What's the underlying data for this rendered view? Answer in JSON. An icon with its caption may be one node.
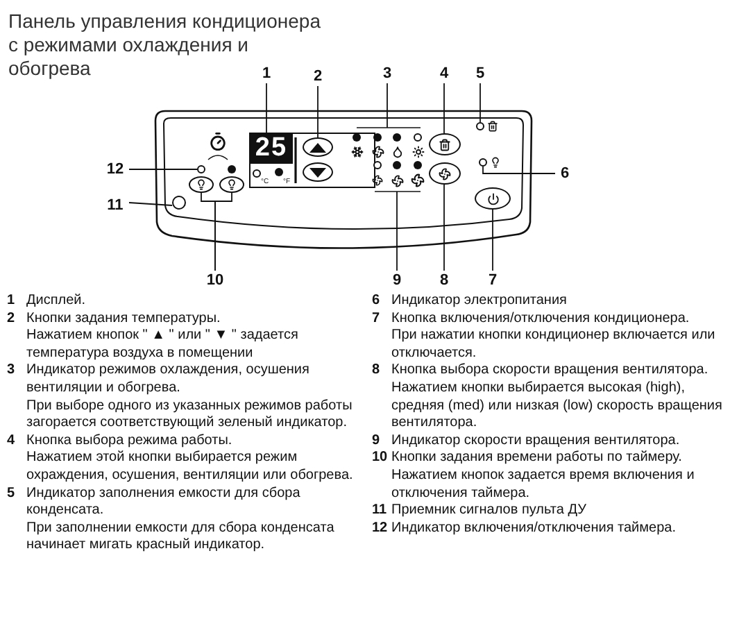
{
  "diagram": {
    "title": "Панель управления кондиционера с режимами охлаждения и обогрева",
    "nodes": [
      {
        "text": [
          "1"
        ]
      },
      {
        "text": [
          "2"
        ]
      },
      {
        "text": [
          "3"
        ]
      },
      {
        "text": [
          "4"
        ]
      },
      {
        "text": [
          "5"
        ]
      },
      {
        "text": [
          "12"
        ]
      },
      {
        "text": [
          "6"
        ]
      },
      {
        "text": [
          "11"
        ]
      },
      {
        "text": [
          "10"
        ]
      },
      {
        "text": [
          "9"
        ]
      },
      {
        "text": [
          "8"
        ]
      },
      {
        "text": [
          "7"
        ]
      },
      {
        "text": [
          "25"
        ]
      },
      {
        "text": [],
        "shape": "oval"
      },
      {
        "text": [],
        "shape": "oval"
      },
      {
        "text": [],
        "shape": "circle"
      },
      {
        "text": [],
        "shape": "circle"
      },
      {
        "text": [],
        "shape": "circle"
      },
      {
        "text": [],
        "shape": "circle"
      },
      {
        "text": [],
        "shape": "oval"
      },
      {
        "text": [],
        "shape": "oval"
      },
      {
        "text": [],
        "shape": "oval"
      },
      {
        "text": [],
        "shape": "oval"
      },
      {
        "text": [],
        "shape": "oval"
      }
    ],
    "edges": [
      {
        "from": 0,
        "to": 12,
        "arrow": "none"
      },
      {
        "from": 1,
        "to": 13,
        "arrow": "none"
      },
      {
        "from": 2,
        "to": null,
        "arrow": "none"
      },
      {
        "from": 3,
        "to": 14,
        "arrow": "none"
      },
      {
        "from": 4,
        "to": 15,
        "arrow": "none"
      },
      {
        "from": 5,
        "to": 16,
        "arrow": "none"
      },
      {
        "from": 6,
        "to": 17,
        "arrow": "none"
      },
      {
        "from": 7,
        "to": 18,
        "arrow": "none"
      },
      {
        "from": 8,
        "to": 19,
        "arrow": "none"
      },
      {
        "from": 8,
        "to": 20,
        "arrow": "none"
      },
      {
        "from": 9,
        "to": null,
        "arrow": "none"
      },
      {
        "from": 10,
        "to": 21,
        "arrow": "none"
      },
      {
        "from": 11,
        "to": 22,
        "arrow": "none"
      }
    ],
    "labels": [
      "°C",
      "°F",
      "1",
      "Дисплей.",
      "2",
      "Кнопки задания температуры.",
      "Нажатием кнопок \" ▲ \" или \" ▼ \" задается температура воздуха в помещении",
      "3",
      "Индикатор режимов охлаждения, осушения вентиляции и обогрева.",
      "При выборе одного из указанных режимов работы загорается соответствующий зеленый индикатор.",
      "4",
      "Кнопка выбора режима работы.",
      "Нажатием этой кнопки выбирается режим охраждения, осушения, вентиляции или обогрева.",
      "5",
      "Индикатор заполнения емкости для сбора конденсата.",
      "При заполнении емкости для сбора конденсата начинает мигать красный индикатор.",
      "6",
      "Индикатор электропитания",
      "7",
      "Кнопка включения/отключения кондиционера.",
      "При нажатии кнопки кондиционер включается или отключается.",
      "8",
      "Кнопка выбора скорости вращения вентилятора.",
      "Нажатием кнопки выбирается высокая (high), средняя (med) или низкая (low) скорость вращения вентилятора.",
      "9",
      "Индикатор скорости вращения вентилятора.",
      "10",
      "Кнопки задания времени работы по таймеру.",
      "Нажатием кнопок задается время включения и отключения таймера.",
      "11",
      "Приемник сигналов пульта ДУ",
      "12",
      "Индикатор включения/отключения таймера."
    ]
  }
}
